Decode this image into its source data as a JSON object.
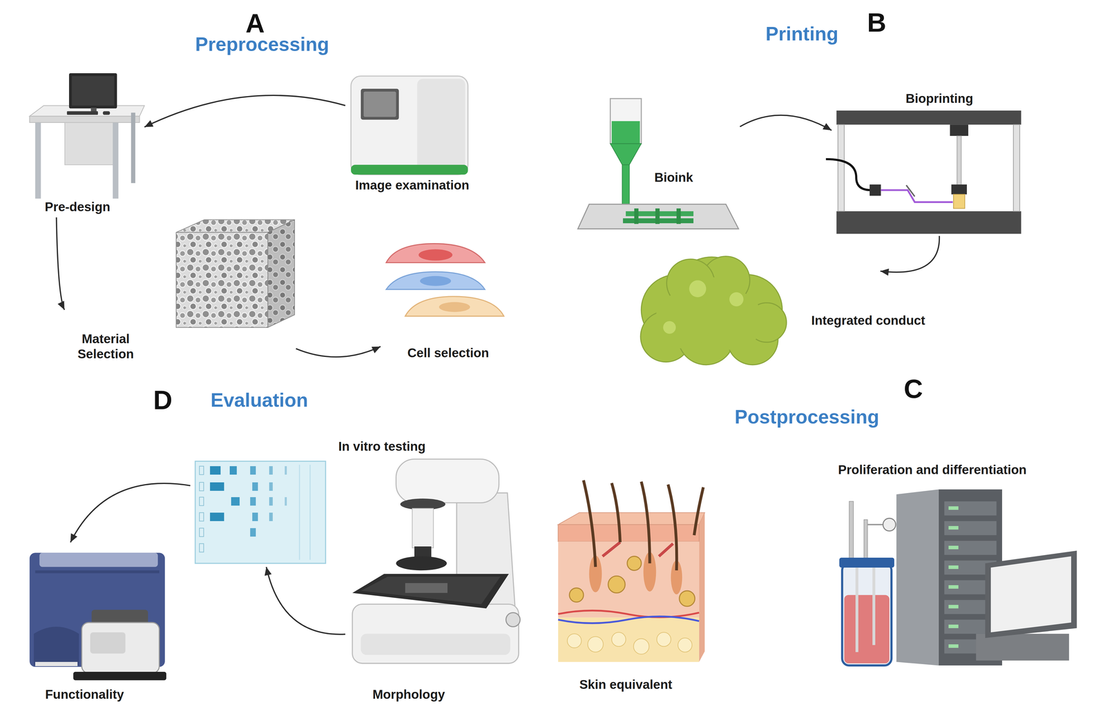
{
  "diagram": {
    "nodes": [
      {
        "text": [
          "Pre-design"
        ]
      },
      {
        "text": [
          "Image examination"
        ]
      },
      {
        "text": [
          "Material Selection"
        ]
      },
      {
        "text": [
          "Cell selection"
        ]
      },
      {
        "text": [
          "Bioink"
        ]
      },
      {
        "text": [
          "Bioprinting"
        ]
      },
      {
        "text": [
          "Integrated conduct"
        ]
      },
      {
        "text": [
          "Proliferation and differentiation"
        ]
      },
      {
        "text": [
          "Skin equivalent"
        ]
      },
      {
        "text": [
          "In vitro testing"
        ]
      },
      {
        "text": [
          "Morphology"
        ]
      },
      {
        "text": [
          "Functionality"
        ]
      }
    ],
    "edges": [
      {
        "from": 1,
        "to": 0,
        "arrow": "to"
      },
      {
        "from": 0,
        "to": 2,
        "arrow": "to"
      },
      {
        "from": 2,
        "to": 3,
        "arrow": "to"
      },
      {
        "from": 4,
        "to": 5,
        "arrow": "to"
      },
      {
        "from": 5,
        "to": 6,
        "arrow": "to"
      },
      {
        "from": 10,
        "to": 9,
        "arrow": "to"
      },
      {
        "from": 9,
        "to": 11,
        "arrow": "to"
      }
    ],
    "labels": [
      "A",
      "Preprocessing",
      "B",
      "Printing",
      "D",
      "Evaluation",
      "C",
      "Postprocessing"
    ]
  }
}
